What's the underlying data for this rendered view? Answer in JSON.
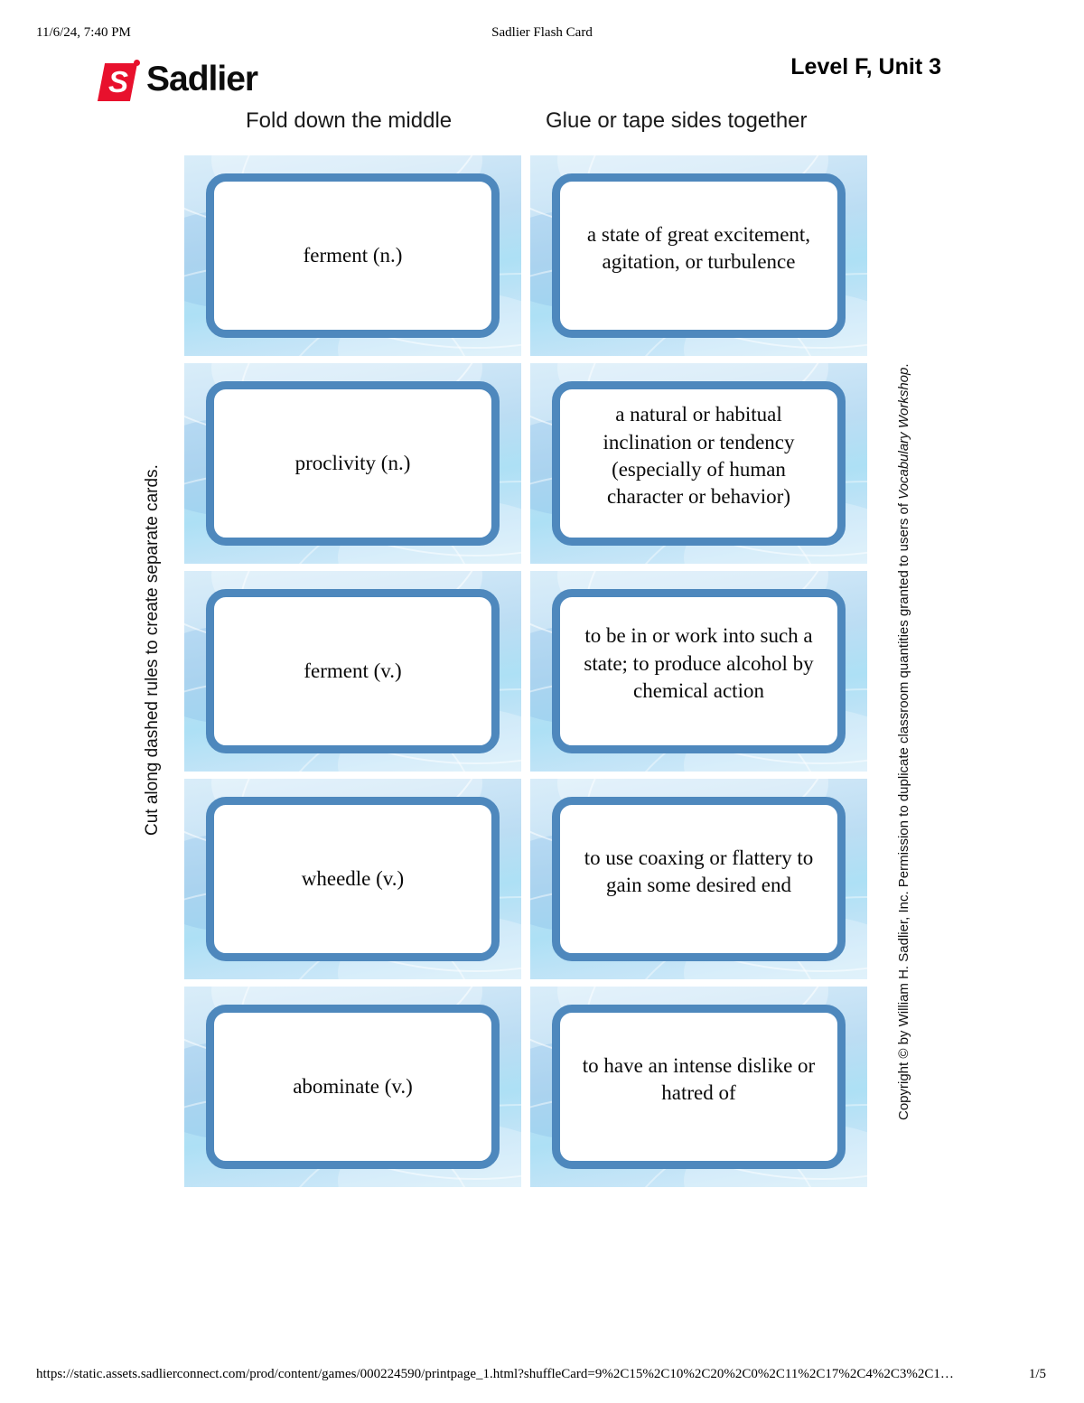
{
  "print_header": {
    "timestamp": "11/6/24, 7:40 PM",
    "doc_title": "Sadlier Flash Card"
  },
  "brand": {
    "logo_letter": "S",
    "logo_text": "Sadlier"
  },
  "page": {
    "level_unit": "Level F, Unit 3",
    "instruction_fold": "Fold down the middle",
    "instruction_glue": "Glue or tape sides together",
    "side_note_left": "Cut along dashed rules to create separate cards.",
    "copyright_prefix": "Copyright © by William H. Sadlier, Inc. Permission to duplicate classroom quantities granted to users of ",
    "copyright_italic": "Vocabulary Workshop",
    "copyright_suffix": "."
  },
  "colors": {
    "brand_red": "#e8112d",
    "card_border_blue": "#4e88bd",
    "card_bg_light": "#d9edf9",
    "card_bg_mid": "#ade0f5"
  },
  "cards": [
    {
      "term": "ferment (n.)",
      "definition": "a state of great excitement, agitation, or turbulence"
    },
    {
      "term": "proclivity (n.)",
      "definition": "a natural or habitual inclination or tendency (especially of human character or behavior)"
    },
    {
      "term": "ferment (v.)",
      "definition": "to be in or work into such a state; to produce alcohol by chemical action"
    },
    {
      "term": "wheedle (v.)",
      "definition": "to use coaxing or flattery to gain some desired end"
    },
    {
      "term": "abominate (v.)",
      "definition": "to have an intense dislike or hatred of"
    }
  ],
  "print_footer": {
    "url": "https://static.assets.sadlierconnect.com/prod/content/games/000224590/printpage_1.html?shuffleCard=9%2C15%2C10%2C20%2C0%2C11%2C17%2C4%2C3%2C1…",
    "page_number": "1/5"
  }
}
